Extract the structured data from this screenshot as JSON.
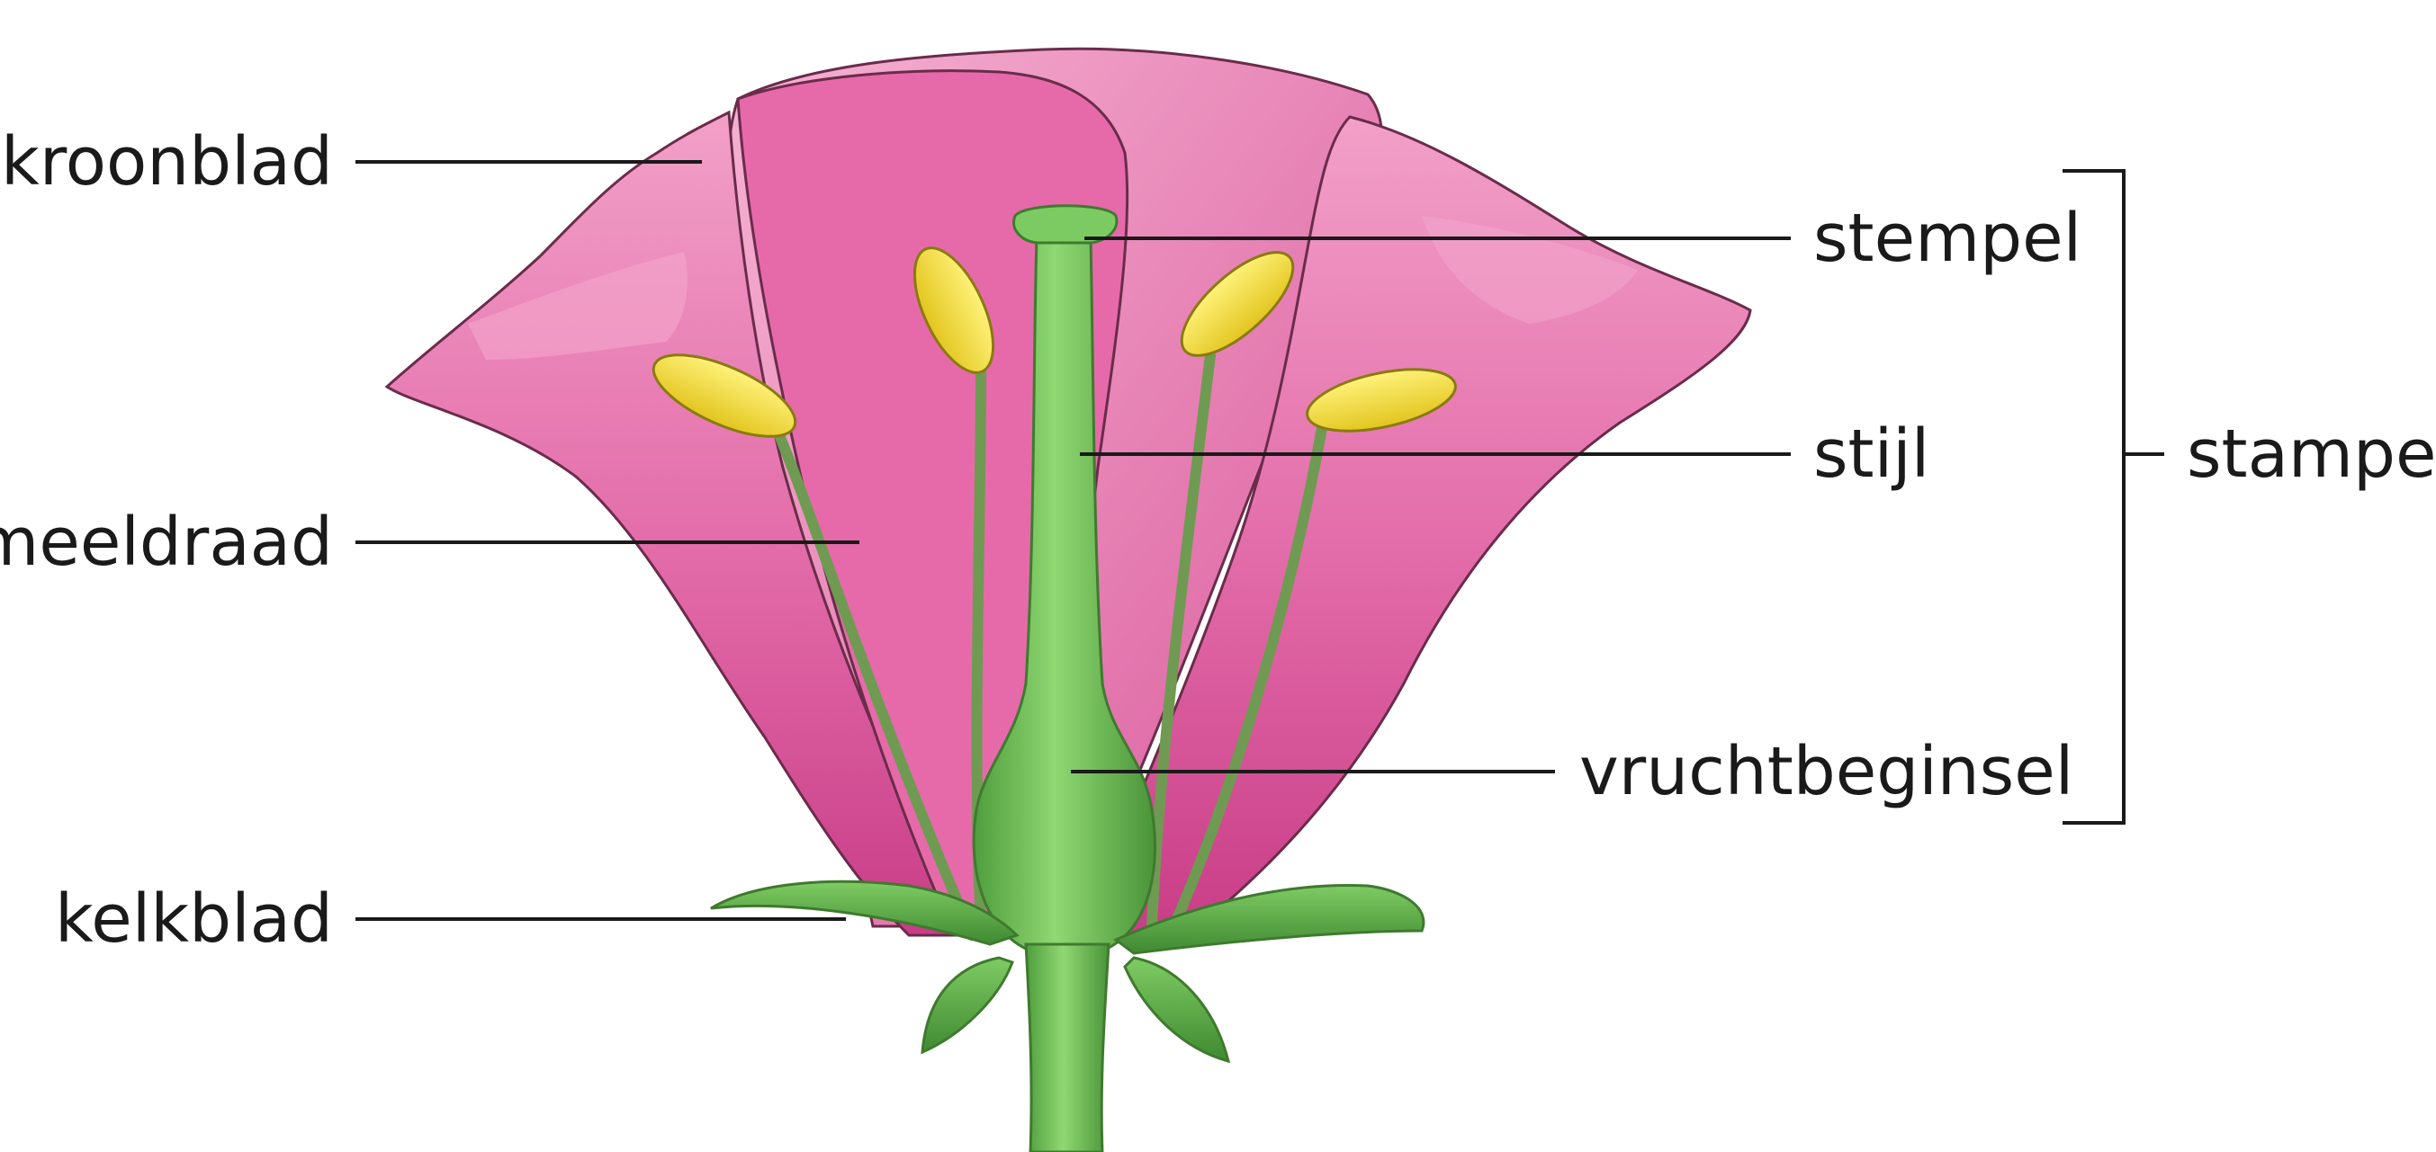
{
  "labels": {
    "kroonblad": "kroonblad",
    "meeldraad": "meeldraad",
    "kelkblad": "kelkblad",
    "stempel": "stempel",
    "stijl": "stijl",
    "vruchtbeginsel": "vruchtbeginsel",
    "stamper": "stamper"
  },
  "colors": {
    "petal": "#e268a8",
    "petal_light": "#f4a3cb",
    "petal_dark": "#c93d87",
    "pistil": "#6fc25a",
    "pistil_dark": "#4e9b3c",
    "anther": "#f2de3a",
    "sepal": "#5db04a",
    "line": "#1a1a1a"
  }
}
